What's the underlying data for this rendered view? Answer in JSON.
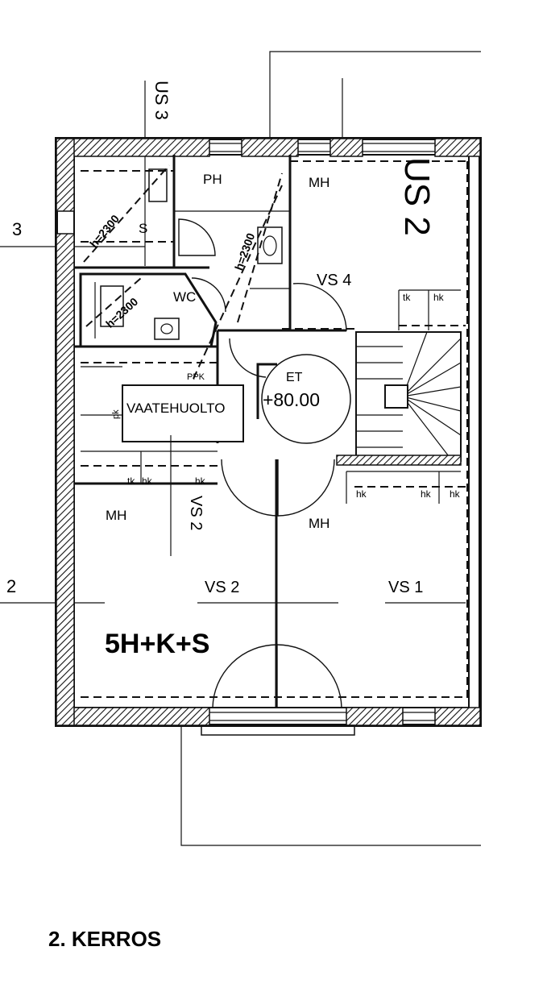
{
  "drawing": {
    "title": "2. KERROS",
    "grid_axes": {
      "axis_3": "3",
      "axis_2": "2",
      "section_us3": "US 3",
      "section_us2": "US 2"
    },
    "rooms": {
      "ph": "PH",
      "s": "S",
      "wc": "WC",
      "mh_top_right": "MH",
      "mh_left": "MH",
      "mh_right": "MH",
      "et": "ET",
      "et_level": "+80.00",
      "vaatehuolto": "VAATEHUOLTO"
    },
    "wardrobes": {
      "vs4": "VS 4",
      "vs2_vertical": "VS 2",
      "vs2_bottom": "VS 2",
      "vs1": "VS 1"
    },
    "heights": {
      "h1": "h=2300",
      "h2": "h=2300",
      "h3": "h=2300"
    },
    "cabinet_labels": {
      "tk": "tk",
      "hk": "hk",
      "pk": "pk",
      "ppk": "PPK"
    },
    "unit_type": "5H+K+S"
  }
}
